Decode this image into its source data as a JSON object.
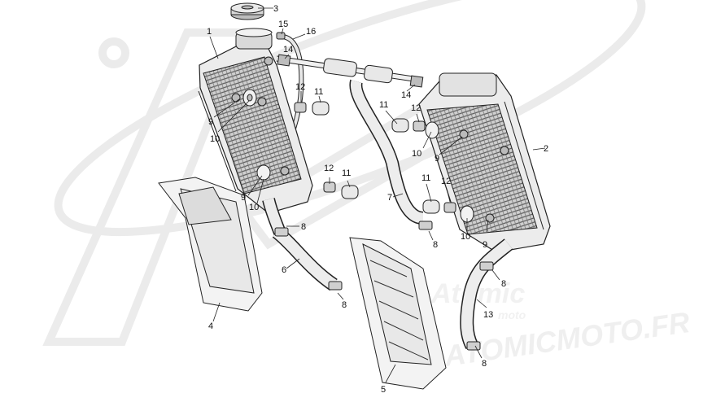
{
  "diagram": {
    "watermark": {
      "brand_text": "ATOMICMOTO.FR",
      "logo_word": "Atomic",
      "logo_sub": "moto"
    },
    "callouts": [
      {
        "id": "c1",
        "text": "1"
      },
      {
        "id": "c2",
        "text": "2"
      },
      {
        "id": "c3",
        "text": "3"
      },
      {
        "id": "c4",
        "text": "4"
      },
      {
        "id": "c5",
        "text": "5"
      },
      {
        "id": "c6",
        "text": "6"
      },
      {
        "id": "c7",
        "text": "7"
      },
      {
        "id": "c8a",
        "text": "8"
      },
      {
        "id": "c8b",
        "text": "8"
      },
      {
        "id": "c8c",
        "text": "8"
      },
      {
        "id": "c8d",
        "text": "8"
      },
      {
        "id": "c8e",
        "text": "8"
      },
      {
        "id": "c9a",
        "text": "9"
      },
      {
        "id": "c9b",
        "text": "9"
      },
      {
        "id": "c9c",
        "text": "9"
      },
      {
        "id": "c9d",
        "text": "9"
      },
      {
        "id": "c10a",
        "text": "10"
      },
      {
        "id": "c10b",
        "text": "10"
      },
      {
        "id": "c10c",
        "text": "10"
      },
      {
        "id": "c10d",
        "text": "10"
      },
      {
        "id": "c11a",
        "text": "11"
      },
      {
        "id": "c11b",
        "text": "11"
      },
      {
        "id": "c11c",
        "text": "11"
      },
      {
        "id": "c11d",
        "text": "11"
      },
      {
        "id": "c12a",
        "text": "12"
      },
      {
        "id": "c12b",
        "text": "12"
      },
      {
        "id": "c12c",
        "text": "12"
      },
      {
        "id": "c12d",
        "text": "12"
      },
      {
        "id": "c13",
        "text": "13"
      },
      {
        "id": "c14a",
        "text": "14"
      },
      {
        "id": "c14b",
        "text": "14"
      },
      {
        "id": "c15",
        "text": "15"
      },
      {
        "id": "c16",
        "text": "16"
      }
    ]
  }
}
